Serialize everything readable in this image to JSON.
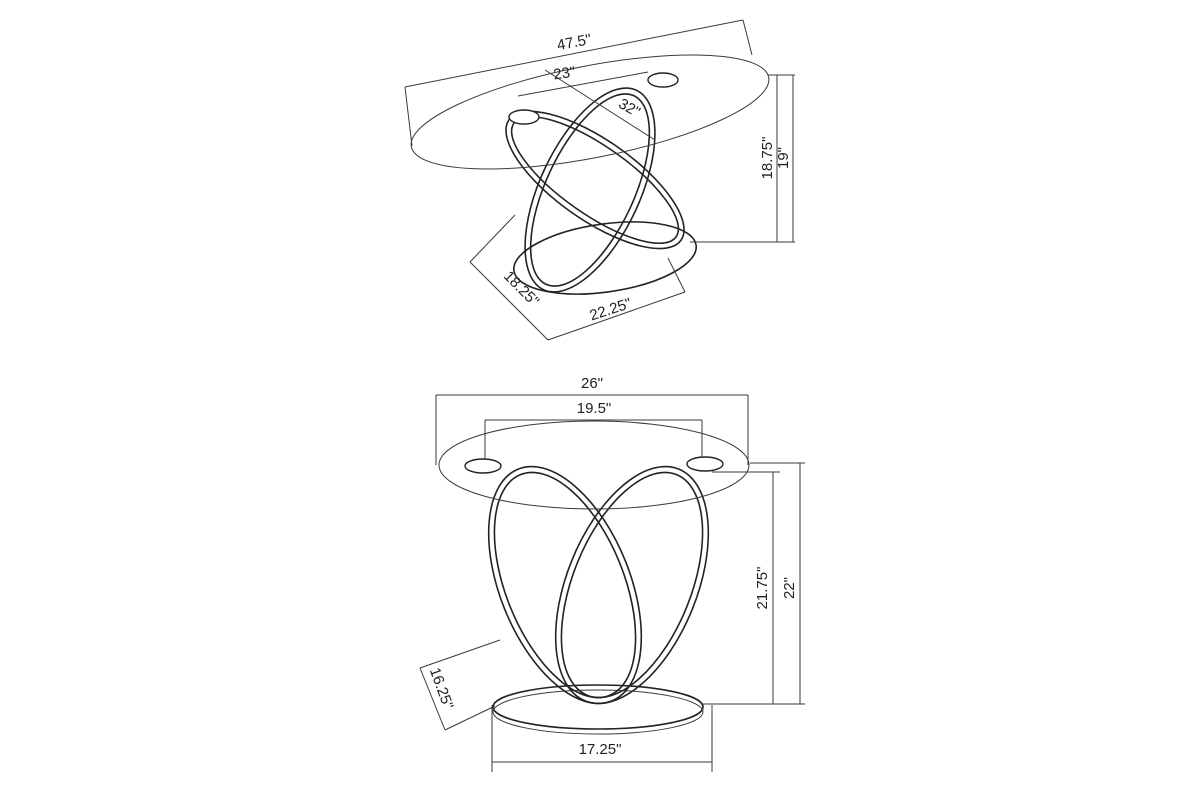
{
  "coffee_table": {
    "dimensions": {
      "overall_length": "47.5\"",
      "inner_length": "23\"",
      "top_width": "32\"",
      "frame_height": "18.75\"",
      "overall_height": "19\"",
      "base_width": "18.25\"",
      "base_length": "22.25\""
    }
  },
  "end_table": {
    "dimensions": {
      "top_diameter": "26\"",
      "inner_width": "19.5\"",
      "frame_height": "21.75\"",
      "overall_height": "22\"",
      "base_depth": "16.25\"",
      "base_diameter": "17.25\""
    }
  }
}
